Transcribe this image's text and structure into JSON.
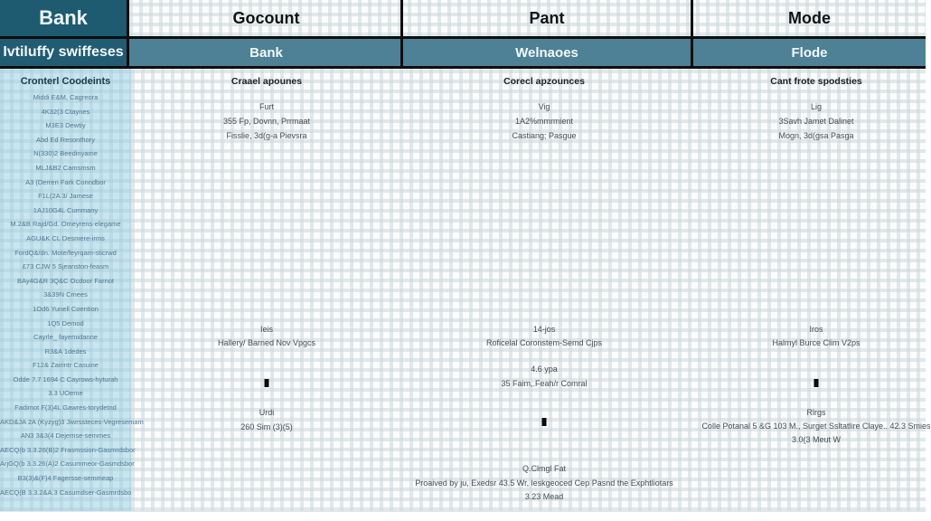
{
  "header": {
    "row1": {
      "bank": "Bank",
      "gocount": "Gocount",
      "pant": "Pant",
      "mode": "Mode"
    },
    "row2": {
      "left": "Ivtiluffy swiffeses",
      "bank": "Bank",
      "welnaoes": "Welnaoes",
      "flode": "Flode"
    }
  },
  "sidebar": {
    "title": "Cronterl Coodeints",
    "items": [
      "Middi E&M, Cagreora",
      "4K32(3 Ctaynes",
      "M3E3 Dewtiy",
      "Abd Ed Resonthory",
      "N(330)2 Beedinyame",
      "MLJ&B2 Camsmsm",
      "A3 (Derren Fark Conndbor",
      "F1L(2A 3/ Jamese",
      "1AJ10G4L Cummany",
      "M.2&B Rajd/Gd. Omeyrens-elegame",
      "AGU&K CL Desmere-irms",
      "FordQ&/dn. Mote/feyrqam-sticrwd",
      "£73 CJW 5 Sjeanston-feasm",
      "BAy4G&R 3Q&C Ocdoor Farnot",
      "3&39N Cmees",
      "1Od6 Yunell Coention",
      "1Q5 Demod",
      "Cayrle_ fayemidanne",
      "R3&A 1dedes",
      "F12& Zairintr Casuine",
      "Odde 7.7 1694 C Cayrows-hyturah",
      "3.3 UOeme",
      "Fadimot F(3)4L Gawres-torydetnd",
      "AKD&JA 2A (Kyzyg)3 Jiwrssteces-Vegresemam",
      "AN3 3&3(4 Dejemse-semmes",
      "AECQ(b 3.3.26(B)2 Frasmssion-Gasmrdsbor",
      "ArjGQ(b 3.3.26(A)2 Casummeor-Gasmdsbor",
      "B3(3)&(F)4 Fagersse-semmeap",
      "AECQ(B 3.3.2&A.3 Casumdser-Gasmrdsbo"
    ]
  },
  "cols": {
    "gocount": {
      "header": "Craael apounes",
      "line1": "Furt",
      "line2": "355 Fp, Dovnn, Prrmaat",
      "line3": "Fisslie, 3d(g-a Pievsra",
      "mid1": "Ieis",
      "mid2": "Hallery/ Barned Nov Vpgcs",
      "low1": "Urdi",
      "low2": "260 Sim (3)(5)"
    },
    "pant": {
      "header": "Corecl apzounces",
      "line1": "Vig",
      "line2": "1A2%mmrmient",
      "line3": "Castiang; Pasgue",
      "mid1": "14-jos",
      "mid2": "Roficelal Coronstem-Semd Cjps",
      "mid3": "4.6 ypa",
      "mid4": "35 Faim,.Feah/r Comral",
      "low1": "Q.Clmgl Fat",
      "low2": "Proaived by ju, Exedsr 43.5 Wr, leskgeoced Cep Pasnd the Exphtliotars",
      "low3": "3.23 Mead"
    },
    "mode": {
      "header": "Cant frote spodsties",
      "line1": "Lig",
      "line2": "3Savh Jamet Dalinet",
      "line3": "Mogn, 3d(gsa Pasga",
      "mid1": "Iros",
      "mid2": "Halmyl Burce Clim V2ps",
      "low1": "Rlrgs",
      "low2": "Colle Potanal 5 &G 103 M., Surget Ssltatlire Claye.. 42.3 Smies",
      "low3": "3.0(3 Meut W"
    }
  },
  "colors": {
    "teal_dark": "#1e5a70",
    "teal_band": "#4e8196",
    "sidebar_bg": "#c9e5ef",
    "line_black": "#0e0e0e"
  }
}
